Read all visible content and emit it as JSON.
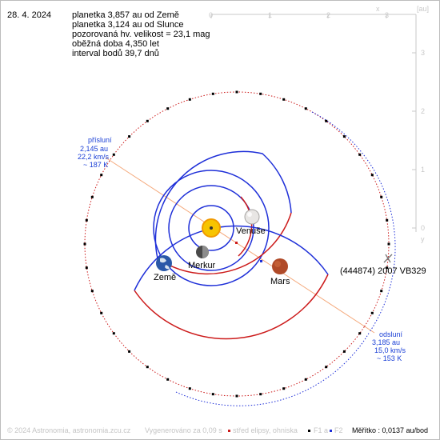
{
  "header": {
    "date": "28. 4. 2024",
    "lines": [
      "planetka 3,857 au od Země",
      "planetka 3,124 au od Slunce",
      "pozorovaná hv. velikost = 23,1 mag",
      "oběžná doba 4,350 let",
      "interval bodů 39,7 dnů"
    ]
  },
  "axes": {
    "x_label": "x",
    "unit": "[au]",
    "y_label": "y",
    "x_ticks": [
      "0",
      "1",
      "2",
      "3"
    ],
    "y_ticks": [
      "3",
      "2",
      "1",
      "0"
    ]
  },
  "planets": {
    "venus": "Venuše",
    "mercury": "Merkur",
    "earth": "Země",
    "mars": "Mars"
  },
  "asteroid": {
    "designation": "(444874) 2007 VB329"
  },
  "perihelion": {
    "lines": [
      "přísluní",
      "2,145 au",
      "22,2 km/s",
      "~ 187 K"
    ]
  },
  "aphelion": {
    "lines": [
      "odsluní",
      "3,185 au",
      "15,0 km/s",
      "~ 153 K"
    ]
  },
  "footer": {
    "copyright": "© 2024 Astronomia, astronomia.zcu.cz",
    "generated": "Vygenerováno za 0,09 s",
    "legend_center": "střed elipsy, ohniska",
    "legend_f1": "F1 a",
    "legend_f2": "F2",
    "scale": "Měřítko : 0,0137 au/bod"
  },
  "colors": {
    "orbit_blue": "#1e2fd8",
    "orbit_red": "#cc1a1a",
    "apsides_line": "#f4a87a",
    "axis_gray": "#c8c8c8"
  }
}
